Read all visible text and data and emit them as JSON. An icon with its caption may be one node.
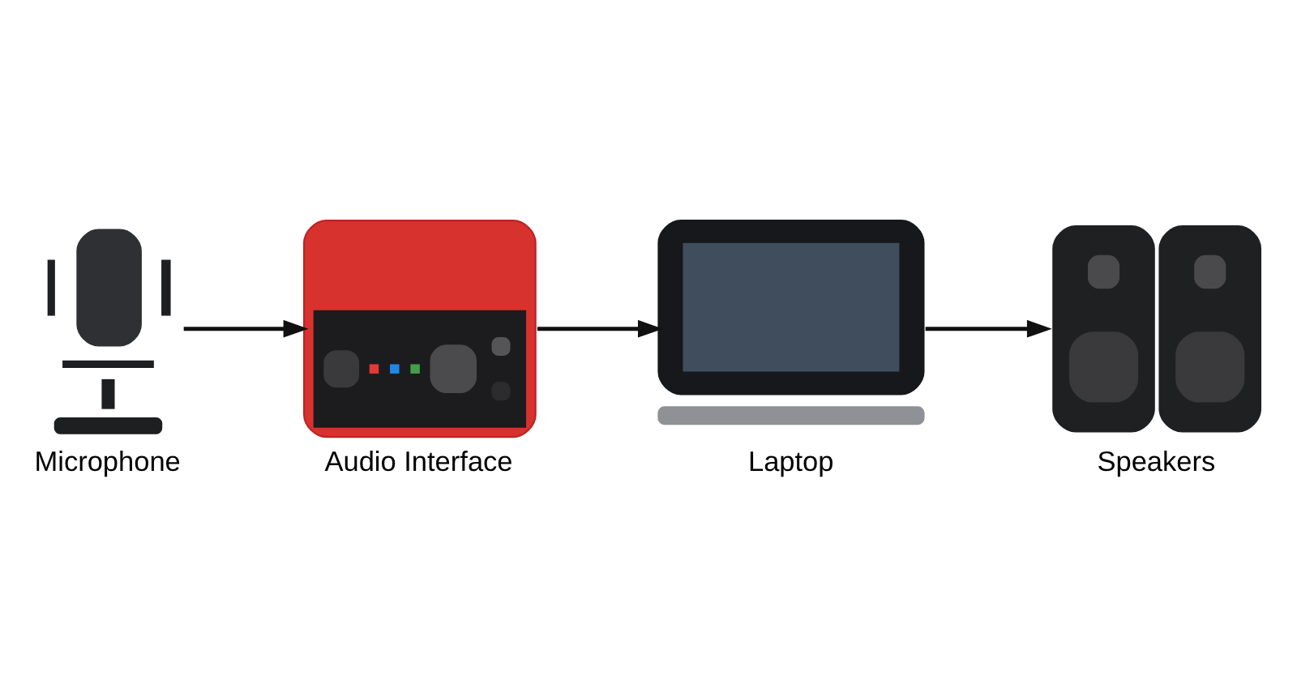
{
  "diagram": {
    "nodes": [
      {
        "text": [],
        "shape": "picture",
        "beside": [
          "Microphone"
        ]
      },
      {
        "text": [],
        "shape": "picture",
        "beside": [
          "Audio Interface"
        ]
      },
      {
        "text": [],
        "shape": "picture",
        "beside": [
          "Laptop"
        ]
      },
      {
        "text": [],
        "shape": "picture",
        "beside": [
          "Speakers"
        ]
      }
    ],
    "edges": [
      {
        "from": 0,
        "to": 1,
        "arrow": "to"
      },
      {
        "from": 1,
        "to": 2,
        "arrow": "to"
      },
      {
        "from": 2,
        "to": 3,
        "arrow": "to"
      }
    ]
  }
}
